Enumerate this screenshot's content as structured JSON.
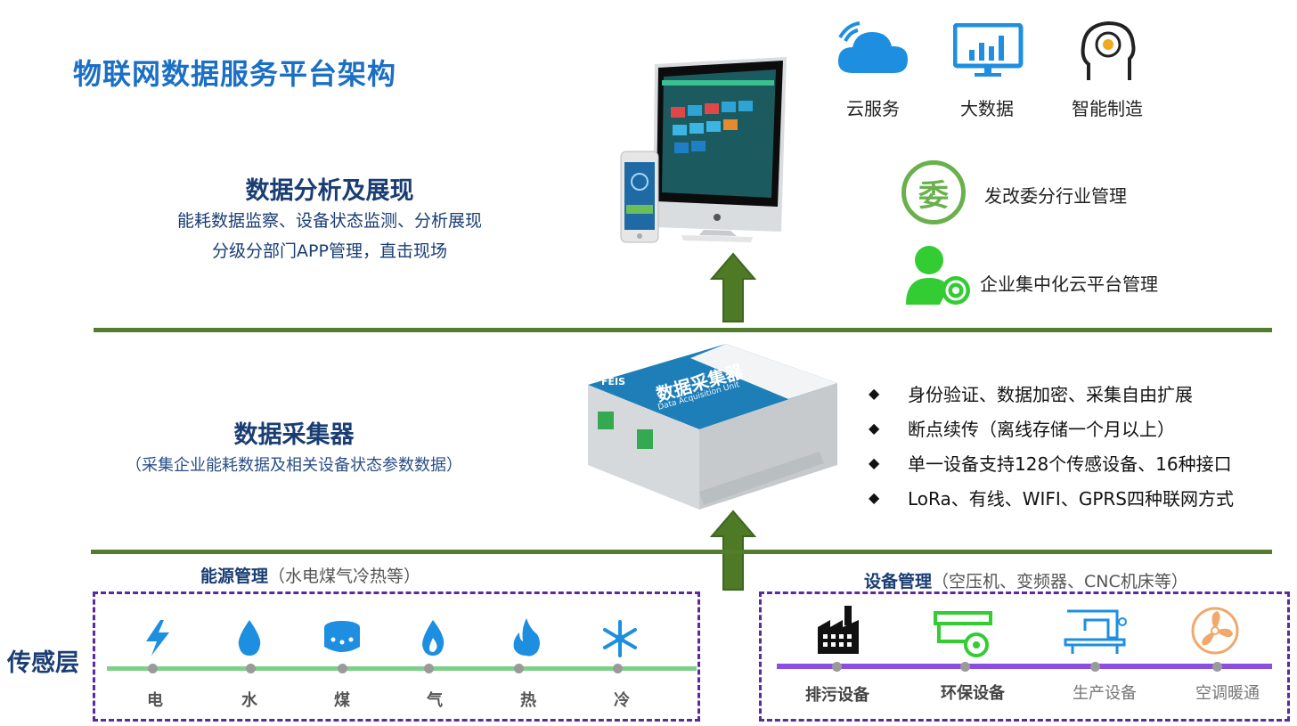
{
  "title": "物联网数据服务平台架构",
  "analysis": {
    "heading": "数据分析及展现",
    "line1": "能耗数据监察、设备状态监测、分析展现",
    "line2": "分级分部门APP管理，直击现场"
  },
  "top_services": [
    {
      "label": "云服务",
      "icon": "cloud-wifi-icon"
    },
    {
      "label": "大数据",
      "icon": "monitor-chart-icon"
    },
    {
      "label": "智能制造",
      "icon": "head-gear-icon"
    }
  ],
  "management": [
    {
      "label": "发改委分行业管理",
      "icon": "wei-seal-icon",
      "glyph": "委"
    },
    {
      "label": "企业集中化云平台管理",
      "icon": "user-gear-icon"
    }
  ],
  "collector": {
    "heading": "数据采集器",
    "sub": "（采集企业能耗数据及相关设备状态参数数据）",
    "device_brand": "FEIS",
    "device_title": "数据采集器",
    "device_subtitle": "Data Acquisition Unit"
  },
  "features": [
    "身份验证、数据加密、采集自由扩展",
    "断点续传（离线存储一个月以上）",
    "单一设备支持128个传感设备、16种接口",
    "LoRa、有线、WIFI、GPRS四种联网方式"
  ],
  "bullet_glyph": "◆",
  "energy": {
    "heading_bold": "能源管理",
    "heading_rest": "（水电煤气冷热等）",
    "items": [
      {
        "label": "电",
        "icon": "lightning-icon"
      },
      {
        "label": "水",
        "icon": "water-drop-icon"
      },
      {
        "label": "煤",
        "icon": "coal-icon"
      },
      {
        "label": "气",
        "icon": "gas-flame-icon"
      },
      {
        "label": "热",
        "icon": "fire-icon"
      },
      {
        "label": "冷",
        "icon": "snowflake-icon"
      }
    ]
  },
  "equipment": {
    "heading_bold": "设备管理",
    "heading_rest": "（空压机、变频器、CNC机床等）",
    "items": [
      {
        "label": "排污设备",
        "icon": "factory-icon"
      },
      {
        "label": "环保设备",
        "icon": "eco-device-icon"
      },
      {
        "label": "生产设备",
        "icon": "sewing-machine-icon"
      },
      {
        "label": "空调暖通",
        "icon": "fan-icon"
      }
    ]
  },
  "sensor_layer": "传感层",
  "colors": {
    "title_blue": "#1b6fc4",
    "dark_navy": "#1a3d73",
    "line_green": "#527d2d",
    "arrow_green": "#4e7a26",
    "energy_line": "#7dd08a",
    "device_line": "#8a4fe0",
    "dash_purple": "#5b2a9e",
    "icon_blue": "#1e8fe0",
    "bright_green": "#33cc33"
  }
}
